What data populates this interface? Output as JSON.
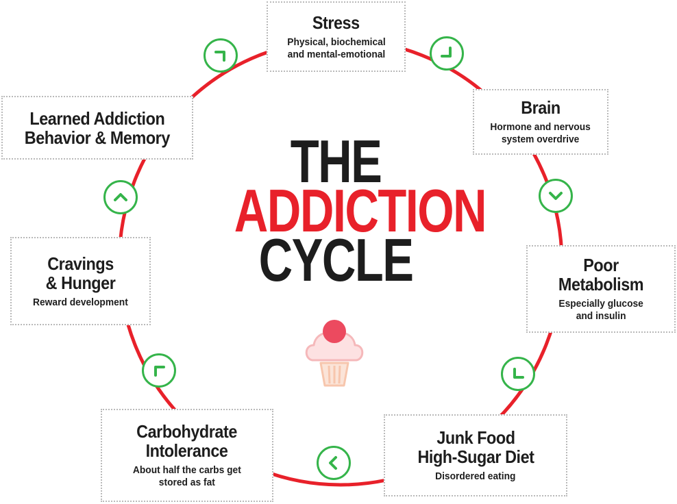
{
  "title": {
    "line1": "THE",
    "line2": "ADDICTION",
    "line3": "CYCLE"
  },
  "colors": {
    "ring": "#e8212a",
    "accent": "#e8212a",
    "badge": "#35b44a",
    "text": "#1d1d1d",
    "cupcake_cherry": "#ec4a5f",
    "cupcake_frosting": "#f5b8ba",
    "cupcake_base": "#f7c6ad"
  },
  "stages": [
    {
      "title": "Stress",
      "subtitle": "Physical, biochemical\nand mental-emotional"
    },
    {
      "title": "Brain",
      "subtitle": "Hormone and nervous\nsystem overdrive"
    },
    {
      "title": "Poor\nMetabolism",
      "subtitle": "Especially glucose\nand insulin"
    },
    {
      "title": "Junk Food\nHigh-Sugar Diet",
      "subtitle": "Disordered eating"
    },
    {
      "title": "Carbohydrate\nIntolerance",
      "subtitle": "About half the carbs get\nstored as fat"
    },
    {
      "title": "Cravings\n& Hunger",
      "subtitle": "Reward development"
    },
    {
      "title": "Learned Addiction\nBehavior & Memory",
      "subtitle": ""
    }
  ],
  "arrows": [
    {
      "icon": "chevron-icon"
    },
    {
      "icon": "chevron-down-icon"
    },
    {
      "icon": "chevron-icon"
    },
    {
      "icon": "chevron-left-icon"
    },
    {
      "icon": "chevron-icon"
    },
    {
      "icon": "chevron-up-icon"
    },
    {
      "icon": "chevron-icon"
    }
  ],
  "cupcake": {
    "icon": "cupcake-icon"
  }
}
